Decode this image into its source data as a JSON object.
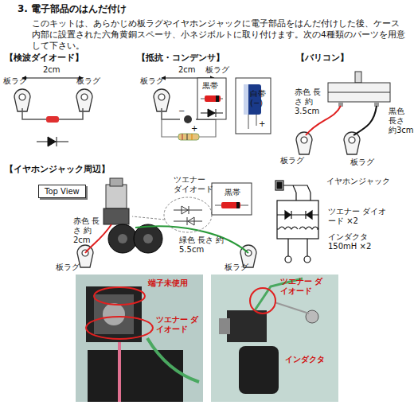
{
  "diagram": {
    "title": "3. 電子部品のはんだ付け",
    "nodes": [
      {
        "text": [
          "Top View"
        ]
      }
    ],
    "edges": [],
    "labels": [
      "このキットは、あらかじめ板ラグやイヤホンジャックに電子部品をはんだ付けした後、ケース内部に設置された六角黄銅スペーサ、小ネジボルトに取り付けます。次の4種類のパーツを用意して下さい。",
      "【検波ダイオード】",
      "2cm",
      "板ラグ",
      "板ラグ",
      "【抵抗・コンデンサ】",
      "2cm",
      "板ラグ",
      "板ラグ",
      "黒帯",
      "白帯 (−)",
      "−",
      "+",
      "+",
      "【バリコン】",
      "赤色 長さ 約3.5cm",
      "黒色 長さ 約3cm",
      "板ラグ",
      "板ラグ",
      "【イヤホンジャック周辺】",
      "ツエナー ダイオード",
      "黒帯",
      "赤色 長さ 約2cm",
      "緑色 長さ 約5.5cm",
      "板ラグ",
      "板ラグ",
      "イヤホンジャック",
      "ツエナー ダイオード ×2",
      "インダクタ 150mH ×2",
      "端子未使用",
      "ツエナー ダイオード",
      "ツエナー ダイオード",
      "インダクタ"
    ]
  }
}
